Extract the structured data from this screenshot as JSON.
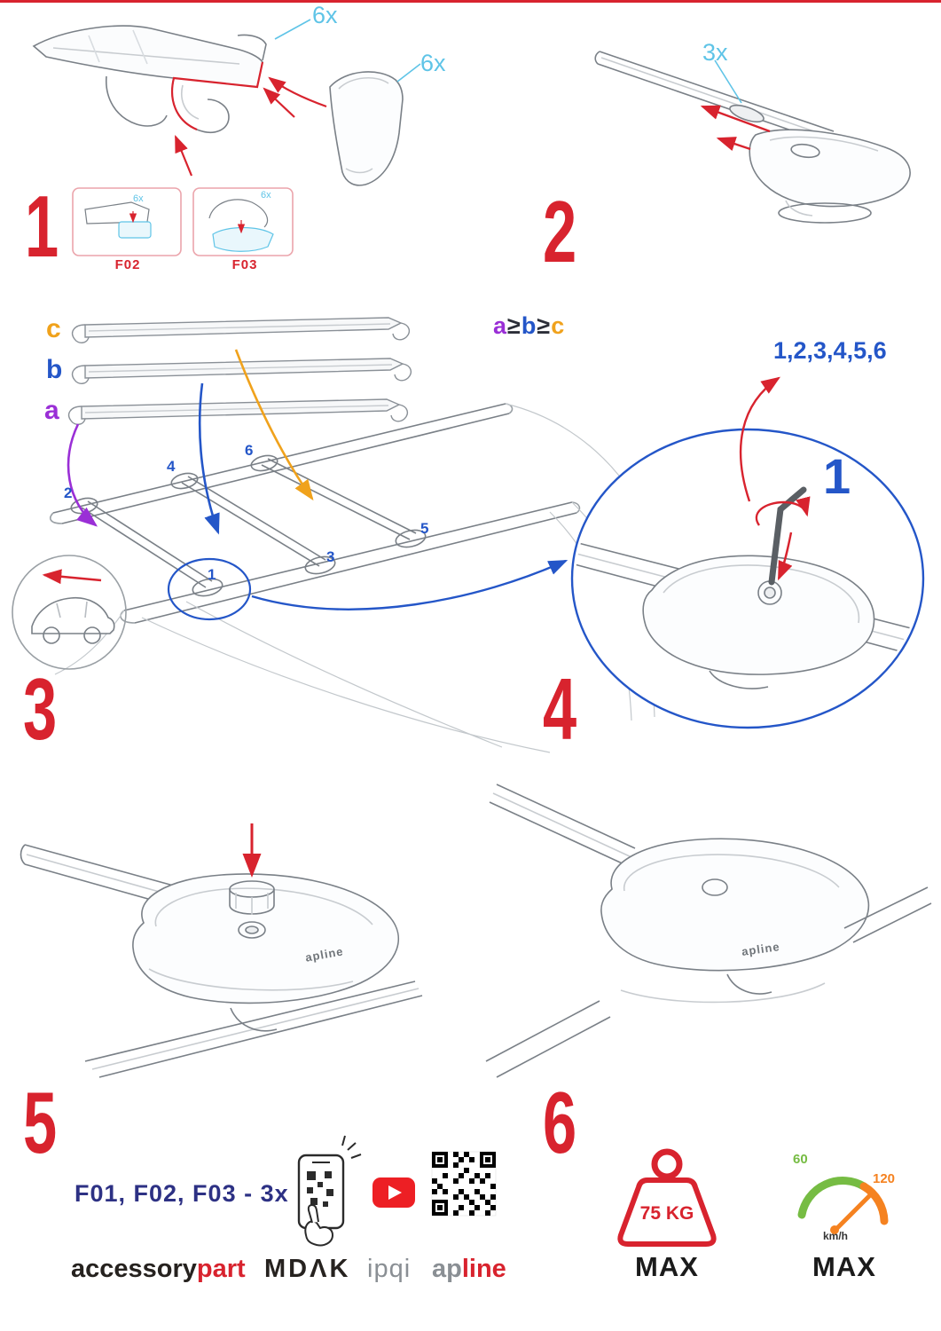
{
  "colors": {
    "accent_red": "#d8232e",
    "cyan": "#5fc4e7",
    "blue": "#2456c8",
    "purple": "#9a2fd6",
    "orange": "#f0a21c",
    "navy": "#2d3184",
    "green": "#76bc43",
    "speed_orange": "#f58220",
    "line_art_gray": "#7a8087"
  },
  "step1": {
    "number": "1",
    "qty_top": "6x",
    "qty_side": "6x",
    "box1": {
      "qty": "6x",
      "label": "F02"
    },
    "box2": {
      "qty": "6x",
      "label": "F03"
    }
  },
  "step2": {
    "number": "2",
    "qty": "3x"
  },
  "step3": {
    "number": "3",
    "bars": {
      "c": "c",
      "b": "b",
      "a": "a"
    },
    "rule": {
      "a": "a",
      "ge1": "≥",
      "b": "b",
      "ge2": "≥",
      "c": "c"
    },
    "positions": {
      "p1": "1",
      "p2": "2",
      "p3": "3",
      "p4": "4",
      "p5": "5",
      "p6": "6"
    }
  },
  "step4": {
    "number": "4",
    "sequence": "1,2,3,4,5,6",
    "tighten_order": "1"
  },
  "step5": {
    "number": "5",
    "foot_logo": "apline",
    "parts_note": "F01, F02, F03 - 3x"
  },
  "step6": {
    "number": "6",
    "foot_logo": "apline",
    "weight_limit": "75 KG",
    "weight_max": "MAX",
    "speed_min": "60",
    "speed_high": "120",
    "speed_unit": "km/h",
    "speed_max": "MAX"
  },
  "brands": {
    "accessory": "accessory",
    "part": "part",
    "mdak": "MDΛK",
    "ipqi": "ipqi",
    "apline_gray": "ap",
    "apline_red": "line"
  }
}
